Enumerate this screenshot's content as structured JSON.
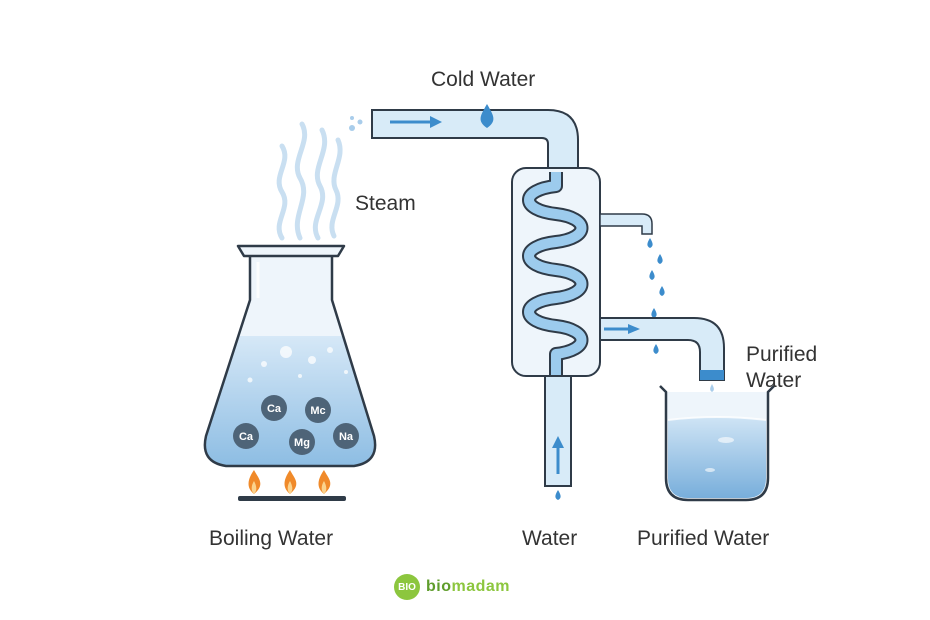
{
  "labels": {
    "cold_water": "Cold Water",
    "steam": "Steam",
    "purified_water_outlet": "Purified\nWater",
    "boiling_water": "Boiling Water",
    "water": "Water",
    "purified_water": "Purified Water"
  },
  "ions": [
    "Ca",
    "Mc",
    "Ca",
    "Mg",
    "Na"
  ],
  "logo": {
    "badge": "BIO",
    "word_part1": "bio",
    "word_part2": "madam"
  },
  "colors": {
    "glass_outline": "#2f3b48",
    "glass_fill": "#eef5fb",
    "water_light": "#d5e7f6",
    "water_mid": "#bcd8f0",
    "water_dark": "#7fb3dc",
    "tube_fill": "#d8ebf8",
    "coil": "#9ccbed",
    "drop": "#3c8ccc",
    "flame": "#f08a2a",
    "ion": "#4e6478",
    "logo_green": "#8cc63e"
  }
}
